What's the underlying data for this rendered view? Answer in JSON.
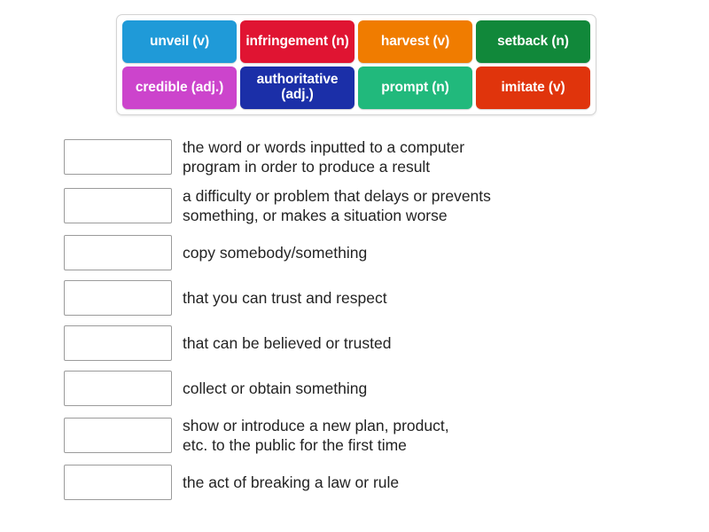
{
  "activity": {
    "type": "match-up",
    "background_color": "#ffffff"
  },
  "word_bank": {
    "rows": [
      [
        {
          "label": "unveil (v)",
          "color": "#1f9ad8"
        },
        {
          "label": "infringement\n(n)",
          "color": "#e01432"
        },
        {
          "label": "harvest (v)",
          "color": "#f07c00"
        },
        {
          "label": "setback (n)",
          "color": "#11883a"
        }
      ],
      [
        {
          "label": "credible\n(adj.)",
          "color": "#cc44cc"
        },
        {
          "label": "authoritative\n(adj.)",
          "color": "#1b2fa8"
        },
        {
          "label": "prompt (n)",
          "color": "#21b97c"
        },
        {
          "label": "imitate (v)",
          "color": "#e0340c"
        }
      ]
    ]
  },
  "matches": [
    {
      "answer": "",
      "placeholder": "",
      "definition": "the word or words inputted to a computer\nprogram in order to produce a result"
    },
    {
      "answer": "",
      "placeholder": "",
      "definition": "a difficulty or problem that delays or prevents\nsomething, or makes a situation worse"
    },
    {
      "answer": "",
      "placeholder": "",
      "definition": "copy somebody/something"
    },
    {
      "answer": "",
      "placeholder": "",
      "definition": "that you can trust and respect"
    },
    {
      "answer": "",
      "placeholder": "",
      "definition": "that can be believed or trusted"
    },
    {
      "answer": "",
      "placeholder": "",
      "definition": "collect or obtain something"
    },
    {
      "answer": "",
      "placeholder": "",
      "definition": "show or introduce a new plan, product,\netc. to the public for the first time"
    },
    {
      "answer": "",
      "placeholder": "",
      "definition": "the act of breaking a law or rule"
    }
  ]
}
